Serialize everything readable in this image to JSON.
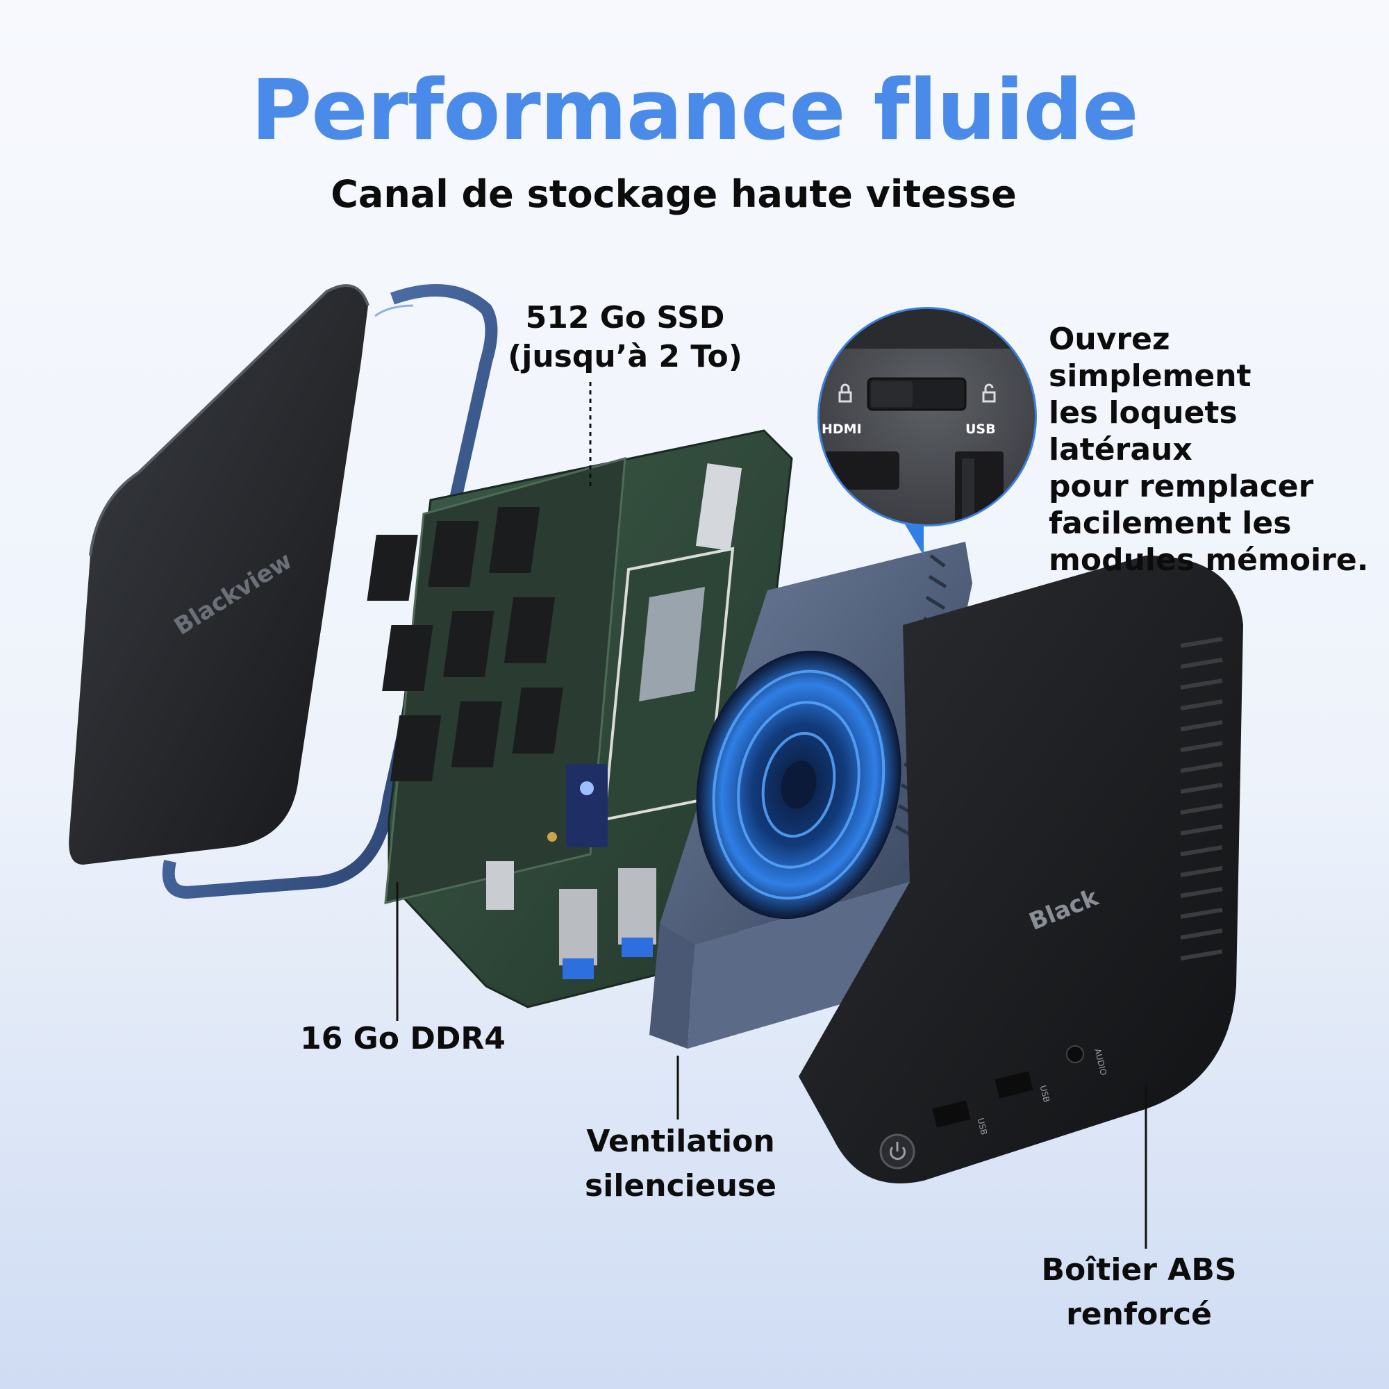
{
  "headline": {
    "title": "Performance fluide",
    "subtitle": "Canal de stockage haute vitesse"
  },
  "callouts": {
    "ssd": [
      "512 Go SSD",
      "(jusqu’à 2 To)"
    ],
    "ram": "16 Go DDR4",
    "fan": [
      "Ventilation",
      "silencieuse"
    ],
    "case": [
      "Boîtier ABS",
      "renforcé"
    ]
  },
  "latch_note": [
    "Ouvrez simplement",
    "les loquets latéraux",
    "pour remplacer",
    "facilement les",
    "modules mémoire."
  ],
  "zoom_ports": {
    "left": "HDMI",
    "right": "USB"
  },
  "brand": {
    "lid": "Blackview",
    "case": "Black"
  },
  "case_ports": {
    "usb_1": "USB",
    "usb_2": "USB",
    "audio": "AUDIO"
  },
  "colors": {
    "title_blue": "#4a8ae8",
    "fan_glow": "#2f7fe6",
    "pcb_green": "#2f4a3b",
    "case_black": "#1c1d20",
    "leader_line": "#111111"
  },
  "icons": {
    "lock_left": "lock-icon",
    "lock_right": "lock-icon",
    "power": "power-icon"
  }
}
